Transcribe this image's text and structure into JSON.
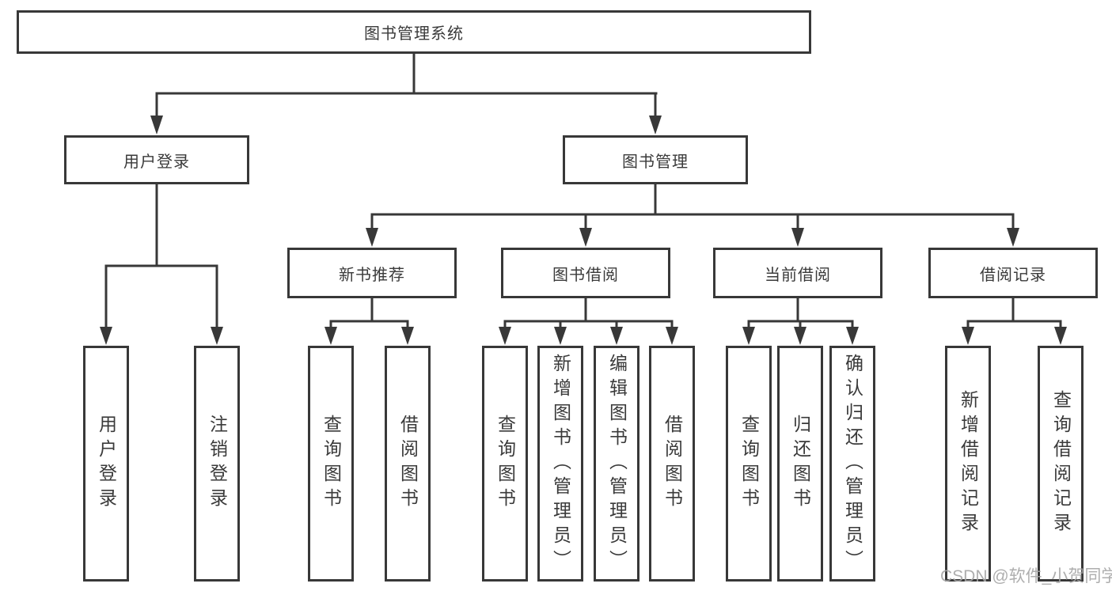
{
  "diagram": {
    "root_label": "图书管理系统",
    "level2": {
      "user_login": "用户登录",
      "book_management": "图书管理"
    },
    "level3": {
      "new_book": "新书推荐",
      "book_borrow": "图书借阅",
      "current_borrow": "当前借阅",
      "borrow_records": "借阅记录"
    },
    "leaves": {
      "user_login": [
        "用户登录",
        "注销登录"
      ],
      "new_book": [
        "查询图书",
        "借阅图书"
      ],
      "book_borrow": [
        "查询图书",
        "新增图书（管理员）",
        "编辑图书（管理员）",
        "借阅图书"
      ],
      "current_borrow": [
        "查询图书",
        "归还图书",
        "确认归还（管理员）"
      ],
      "borrow_records": [
        "新增借阅记录",
        "查询借阅记录"
      ]
    },
    "colors": {
      "line": "#383838",
      "text": "#3a3a3a",
      "background": "#ffffff",
      "watermark": "#a6a6a6"
    },
    "watermark": "CSDN @软件_小贺同学"
  }
}
